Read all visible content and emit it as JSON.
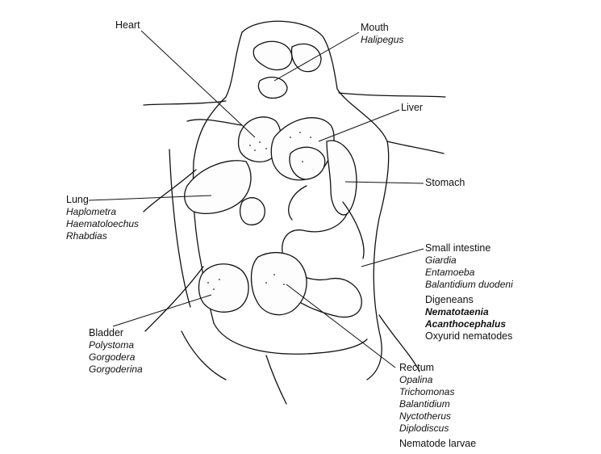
{
  "labels": {
    "heart": {
      "organ": "Heart",
      "parasites": []
    },
    "mouth": {
      "organ": "Mouth",
      "parasites": [
        "Halipegus"
      ]
    },
    "liver": {
      "organ": "Liver",
      "parasites": []
    },
    "stomach": {
      "organ": "Stomach",
      "parasites": []
    },
    "lung": {
      "organ": "Lung",
      "parasites": [
        "Haplometra",
        "Haematoloechus",
        "Rhabdias"
      ]
    },
    "small_intestine": {
      "organ": "Small intestine",
      "parasites": [
        "Giardia",
        "Entamoeba",
        "Balantidium duodeni"
      ],
      "group1_title": "Digeneans",
      "group1_items": [
        "Nematotaenia",
        "Acanthocephalus"
      ],
      "group2_title": "Oxyurid nematodes"
    },
    "bladder": {
      "organ": "Bladder",
      "parasites": [
        "Polystoma",
        "Gorgodera",
        "Gorgoderina"
      ]
    },
    "rectum": {
      "organ": "Rectum",
      "parasites": [
        "Opalina",
        "Trichomonas",
        "Balantidium",
        "Nyctotherus",
        "Diplodiscus"
      ],
      "group1_title": "Nematode larvae"
    }
  }
}
